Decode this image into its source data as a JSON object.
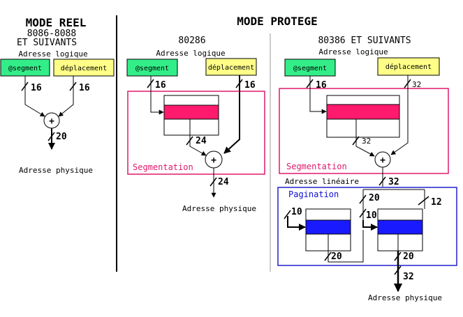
{
  "real": {
    "title": "MODE REEL",
    "line1": "8086-8088",
    "line2": "ET SUIVANTS",
    "logical": "Adresse logique",
    "segment": "@segment",
    "offset": "déplacement",
    "w_seg": "16",
    "w_off": "16",
    "w_out": "20",
    "physical": "Adresse physique"
  },
  "protected_title": "MODE PROTEGE",
  "p286": {
    "cpu": "80286",
    "logical": "Adresse logique",
    "segment": "@segment",
    "offset": "déplacement",
    "w_seg": "16",
    "w_off": "16",
    "w_table": "24",
    "w_out": "24",
    "segmentation": "Segmentation",
    "physical": "Adresse physique"
  },
  "p386": {
    "cpu": "80386 ET SUIVANTS",
    "logical": "Adresse logique",
    "segment": "@segment",
    "offset": "déplacement",
    "w_seg": "16",
    "w_off": "32",
    "w_table": "32",
    "segmentation": "Segmentation",
    "linear": "Adresse linéaire",
    "w_linear": "32",
    "pagination": "Pagination",
    "w_dir": "10",
    "w_table_idx": "10",
    "w_page_off": "12",
    "w_top": "20",
    "w_dir_out": "20",
    "w_page_out": "20",
    "w_out": "32",
    "physical": "Adresse physique"
  },
  "colors": {
    "segment_box": "#33ee88",
    "offset_box": "#ffff88",
    "segmentation_border": "#e0186b",
    "segmentation_bar": "#ff1a6e",
    "pagination_border": "#2020cc",
    "pagination_bar": "#1a1aff",
    "divider_main": "#000000",
    "divider_minor": "#999999"
  }
}
